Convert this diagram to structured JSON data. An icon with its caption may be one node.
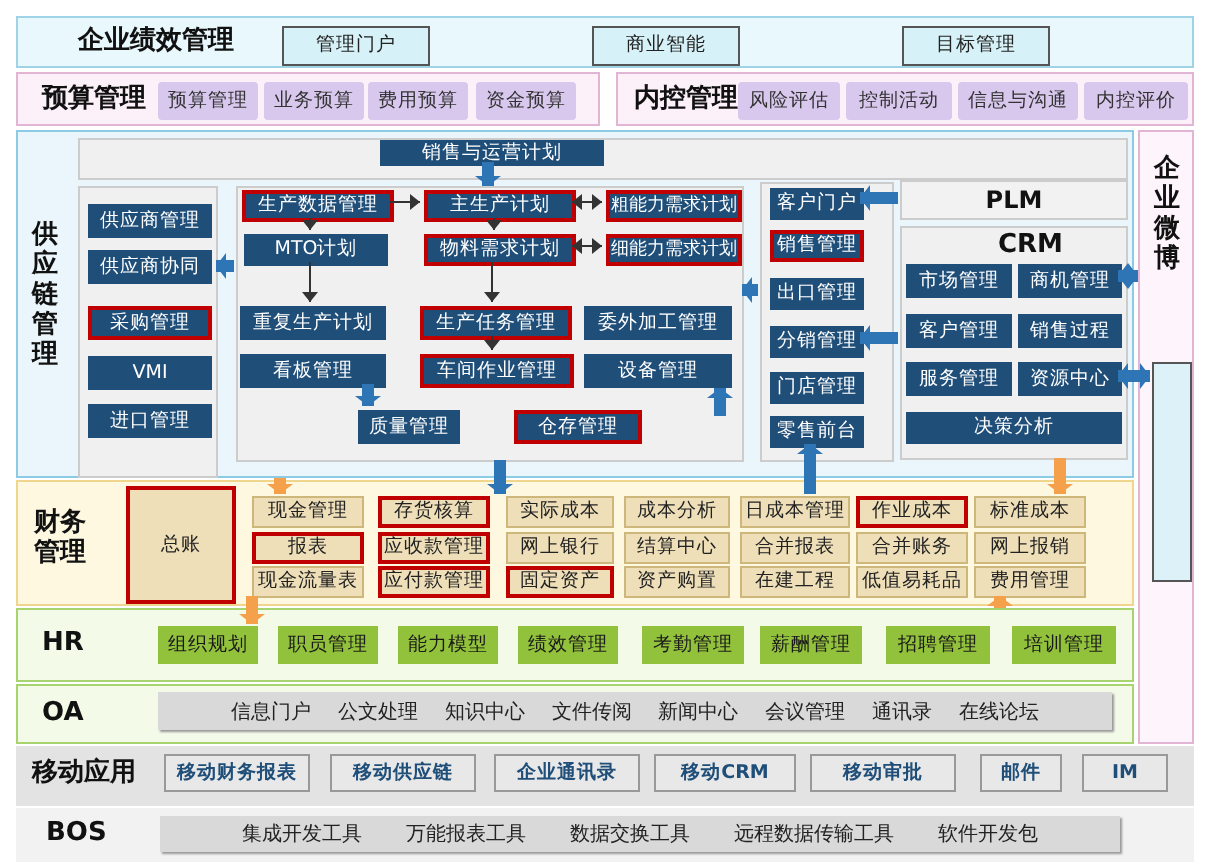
{
  "diagram": {
    "nodes": [
      {
        "text": [
          "企业绩效管理"
        ]
      },
      {
        "text": [
          "管理门户"
        ],
        "in": 0
      },
      {
        "text": [
          "商业智能"
        ],
        "in": 0
      },
      {
        "text": [
          "目标管理"
        ],
        "in": 0
      },
      {
        "text": [
          "预算管理"
        ]
      },
      {
        "text": [
          "预算管理"
        ],
        "in": 4
      },
      {
        "text": [
          "业务预算"
        ],
        "in": 4
      },
      {
        "text": [
          "费用预算"
        ],
        "in": 4
      },
      {
        "text": [
          "资金预算"
        ],
        "in": 4
      },
      {
        "text": [
          "内控管理"
        ]
      },
      {
        "text": [
          "风险评估"
        ],
        "in": 9
      },
      {
        "text": [
          "控制活动"
        ],
        "in": 9
      },
      {
        "text": [
          "信息与沟通"
        ],
        "in": 9
      },
      {
        "text": [
          "内控评价"
        ],
        "in": 9
      },
      {
        "text": [
          "供应链管理"
        ]
      },
      {
        "text": [
          "企业微博"
        ]
      },
      {
        "text": [],
        "shape": "box",
        "in": 15
      },
      {
        "text": [],
        "shape": "box",
        "in": 14
      },
      {
        "text": [
          "销售与运营计划"
        ],
        "in": 17
      },
      {
        "text": [],
        "shape": "box",
        "in": 14
      },
      {
        "text": [
          "供应商管理"
        ],
        "in": 19
      },
      {
        "text": [
          "供应商协同"
        ],
        "in": 19
      },
      {
        "text": [
          "采购管理"
        ],
        "in": 19
      },
      {
        "text": [
          "VMI"
        ],
        "in": 19
      },
      {
        "text": [
          "进口管理"
        ],
        "in": 19
      },
      {
        "text": [],
        "shape": "box",
        "in": 14
      },
      {
        "text": [
          "生产数据管理"
        ],
        "in": 25
      },
      {
        "text": [
          "主生产计划"
        ],
        "in": 25
      },
      {
        "text": [
          "粗能力需求计划"
        ],
        "in": 25
      },
      {
        "text": [
          "MTO计划"
        ],
        "in": 25
      },
      {
        "text": [
          "物料需求计划"
        ],
        "in": 25
      },
      {
        "text": [
          "细能力需求计划"
        ],
        "in": 25
      },
      {
        "text": [
          "重复生产计划"
        ],
        "in": 25
      },
      {
        "text": [
          "生产任务管理"
        ],
        "in": 25
      },
      {
        "text": [
          "委外加工管理"
        ],
        "in": 25
      },
      {
        "text": [
          "看板管理"
        ],
        "in": 25
      },
      {
        "text": [
          "车间作业管理"
        ],
        "in": 25
      },
      {
        "text": [
          "设备管理"
        ],
        "in": 25
      },
      {
        "text": [
          "质量管理"
        ],
        "in": 25
      },
      {
        "text": [
          "仓存管理"
        ],
        "in": 25
      },
      {
        "text": [],
        "shape": "box",
        "in": 14
      },
      {
        "text": [
          "客户门户"
        ],
        "in": 40
      },
      {
        "text": [
          "销售管理"
        ],
        "in": 40
      },
      {
        "text": [
          "出口管理"
        ],
        "in": 40
      },
      {
        "text": [
          "分销管理"
        ],
        "in": 40
      },
      {
        "text": [
          "门店管理"
        ],
        "in": 40
      },
      {
        "text": [
          "零售前台"
        ],
        "in": 40
      },
      {
        "text": [
          "PLM"
        ],
        "in": 14
      },
      {
        "text": [
          "CRM"
        ],
        "in": 14
      },
      {
        "text": [
          "市场管理"
        ],
        "in": 48
      },
      {
        "text": [
          "商机管理"
        ],
        "in": 48
      },
      {
        "text": [
          "客户管理"
        ],
        "in": 48
      },
      {
        "text": [
          "销售过程"
        ],
        "in": 48
      },
      {
        "text": [
          "服务管理"
        ],
        "in": 48
      },
      {
        "text": [
          "资源中心"
        ],
        "in": 48
      },
      {
        "text": [
          "决策分析"
        ],
        "in": 48
      },
      {
        "text": [
          "财务管理"
        ]
      },
      {
        "text": [
          "总账"
        ],
        "in": 56
      },
      {
        "text": [
          "现金管理"
        ],
        "in": 56
      },
      {
        "text": [
          "存货核算"
        ],
        "in": 56
      },
      {
        "text": [
          "实际成本"
        ],
        "in": 56
      },
      {
        "text": [
          "成本分析"
        ],
        "in": 56
      },
      {
        "text": [
          "日成本管理"
        ],
        "in": 56
      },
      {
        "text": [
          "作业成本"
        ],
        "in": 56
      },
      {
        "text": [
          "标准成本"
        ],
        "in": 56
      },
      {
        "text": [
          "报表"
        ],
        "in": 56
      },
      {
        "text": [
          "应收款管理"
        ],
        "in": 56
      },
      {
        "text": [
          "网上银行"
        ],
        "in": 56
      },
      {
        "text": [
          "结算中心"
        ],
        "in": 56
      },
      {
        "text": [
          "合并报表"
        ],
        "in": 56
      },
      {
        "text": [
          "合并账务"
        ],
        "in": 56
      },
      {
        "text": [
          "网上报销"
        ],
        "in": 56
      },
      {
        "text": [
          "现金流量表"
        ],
        "in": 56
      },
      {
        "text": [
          "应付款管理"
        ],
        "in": 56
      },
      {
        "text": [
          "固定资产"
        ],
        "in": 56
      },
      {
        "text": [
          "资产购置"
        ],
        "in": 56
      },
      {
        "text": [
          "在建工程"
        ],
        "in": 56
      },
      {
        "text": [
          "低值易耗品"
        ],
        "in": 56
      },
      {
        "text": [
          "费用管理"
        ],
        "in": 56
      },
      {
        "text": [
          "HR"
        ]
      },
      {
        "text": [
          "组织规划"
        ],
        "in": 79
      },
      {
        "text": [
          "职员管理"
        ],
        "in": 79
      },
      {
        "text": [
          "能力模型"
        ],
        "in": 79
      },
      {
        "text": [
          "绩效管理"
        ],
        "in": 79
      },
      {
        "text": [
          "考勤管理"
        ],
        "in": 79
      },
      {
        "text": [
          "薪酬管理"
        ],
        "in": 79
      },
      {
        "text": [
          "招聘管理"
        ],
        "in": 79
      },
      {
        "text": [
          "培训管理"
        ],
        "in": 79
      },
      {
        "text": [
          "OA"
        ]
      },
      {
        "text": [
          "信息门户",
          "公文处理",
          "知识中心",
          "文件传阅",
          "新闻中心",
          "会议管理",
          "通讯录",
          "在线论坛"
        ],
        "in": 88
      },
      {
        "text": [
          "移动应用"
        ]
      },
      {
        "text": [
          "移动财务报表"
        ],
        "in": 90
      },
      {
        "text": [
          "移动供应链"
        ],
        "in": 90
      },
      {
        "text": [
          "企业通讯录"
        ],
        "in": 90
      },
      {
        "text": [
          "移动CRM"
        ],
        "in": 90
      },
      {
        "text": [
          "移动审批"
        ],
        "in": 90
      },
      {
        "text": [
          "邮件"
        ],
        "in": 90
      },
      {
        "text": [
          "IM"
        ],
        "in": 90
      },
      {
        "text": [
          "BOS"
        ]
      },
      {
        "text": [
          "集成开发工具",
          "万能报表工具",
          "数据交换工具",
          "远程数据传输工具",
          "软件开发包"
        ],
        "in": 98
      }
    ],
    "edges": [
      {
        "from": 26,
        "to": 27,
        "arrow": "to",
        "color": "#333333"
      },
      {
        "from": 27,
        "to": 28,
        "arrow": "both",
        "color": "#333333"
      },
      {
        "from": 30,
        "to": 31,
        "arrow": "both",
        "color": "#333333"
      },
      {
        "from": 26,
        "to": 29,
        "arrow": "to",
        "color": "#333333"
      },
      {
        "from": 27,
        "to": 30,
        "arrow": "to",
        "color": "#333333"
      },
      {
        "from": 29,
        "to": 32,
        "arrow": "to",
        "color": "#333333"
      },
      {
        "from": 30,
        "to": 33,
        "arrow": "to",
        "color": "#333333"
      },
      {
        "from": 33,
        "to": 36,
        "arrow": "to",
        "color": "#333333"
      },
      {
        "from": 18,
        "to": 27,
        "arrow": "to",
        "color": "#2e75b6"
      },
      {
        "from": 47,
        "to": 41,
        "arrow": "to",
        "color": "#2e75b6"
      },
      {
        "from": 48,
        "to": 44,
        "arrow": "to",
        "color": "#2e75b6"
      },
      {
        "from": 50,
        "to": 15,
        "arrow": "both",
        "color": "#2e75b6"
      },
      {
        "from": 54,
        "to": 16,
        "arrow": "both",
        "color": "#2e75b6"
      },
      {
        "from": 25,
        "to": 19,
        "arrow": "to",
        "color": "#2e75b6"
      },
      {
        "from": 40,
        "to": 25,
        "arrow": "to",
        "color": "#2e75b6"
      },
      {
        "from": 25,
        "to": 59,
        "arrow": "to",
        "color": "#2e75b6"
      },
      {
        "from": 62,
        "to": 46,
        "arrow": "to",
        "color": "#2e75b6"
      },
      {
        "from": 14,
        "to": 58,
        "arrow": "to",
        "color": "#f5a04a"
      },
      {
        "from": 48,
        "to": 64,
        "arrow": "to",
        "color": "#f5a04a"
      },
      {
        "from": 72,
        "to": 80,
        "arrow": "to",
        "color": "#f5a04a"
      },
      {
        "from": 79,
        "to": 78,
        "arrow": "to",
        "color": "#f5a04a"
      },
      {
        "from": 35,
        "to": 38,
        "arrow": "to"
      },
      {
        "from": null,
        "to": 37,
        "arrow": "to"
      }
    ]
  }
}
